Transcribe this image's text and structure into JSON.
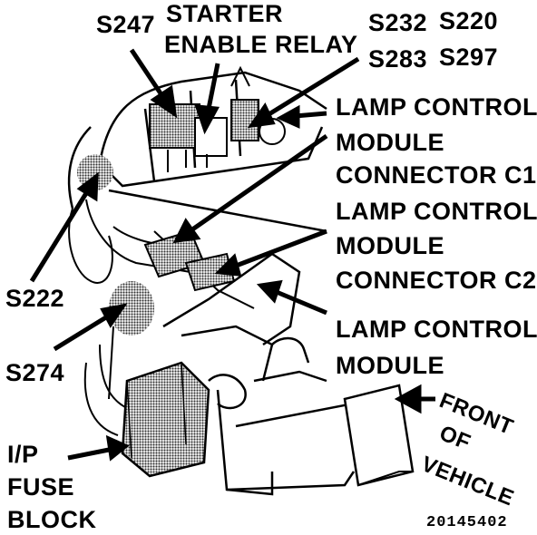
{
  "labels": {
    "s247": "S247",
    "starter_line1": "STARTER",
    "starter_line2": "ENABLE RELAY",
    "s232": "S232",
    "s220": "S220",
    "s283": "S283",
    "s297": "S297",
    "lcm_c1_line1": "LAMP CONTROL",
    "lcm_c1_line2": "MODULE",
    "lcm_c1_line3": "CONNECTOR C1",
    "lcm_c2_line1": "LAMP CONTROL",
    "lcm_c2_line2": "MODULE",
    "lcm_c2_line3": "CONNECTOR C2",
    "lcm_line1": "LAMP CONTROL",
    "lcm_line2": "MODULE",
    "s222": "S222",
    "s274": "S274",
    "ip_line1": "I/P",
    "ip_line2": "FUSE",
    "ip_line3": "BLOCK",
    "front_line1": "FRONT",
    "front_line2": "OF",
    "front_line3": "VEHICLE",
    "figure_number": "20145402"
  },
  "colors": {
    "ink": "#000000",
    "shade": "#9a9a9a",
    "paper": "#ffffff"
  }
}
